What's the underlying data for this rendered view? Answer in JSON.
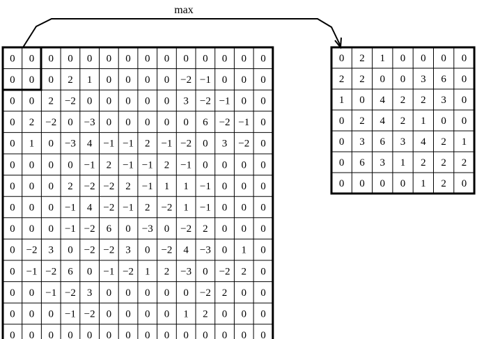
{
  "label": "max",
  "input_grid": [
    [
      "0",
      "0",
      "0",
      "0",
      "0",
      "0",
      "0",
      "0",
      "0",
      "0",
      "0",
      "0",
      "0",
      "0"
    ],
    [
      "0",
      "0",
      "0",
      "2",
      "1",
      "0",
      "0",
      "0",
      "0",
      "−2",
      "−1",
      "0",
      "0",
      "0"
    ],
    [
      "0",
      "0",
      "2",
      "−2",
      "0",
      "0",
      "0",
      "0",
      "0",
      "3",
      "−2",
      "−1",
      "0",
      "0"
    ],
    [
      "0",
      "2",
      "−2",
      "0",
      "−3",
      "0",
      "0",
      "0",
      "0",
      "0",
      "6",
      "−2",
      "−1",
      "0"
    ],
    [
      "0",
      "1",
      "0",
      "−3",
      "4",
      "−1",
      "−1",
      "2",
      "−1",
      "−2",
      "0",
      "3",
      "−2",
      "0"
    ],
    [
      "0",
      "0",
      "0",
      "0",
      "−1",
      "2",
      "−1",
      "−1",
      "2",
      "−1",
      "0",
      "0",
      "0",
      "0"
    ],
    [
      "0",
      "0",
      "0",
      "2",
      "−2",
      "−2",
      "2",
      "−1",
      "1",
      "1",
      "−1",
      "0",
      "0",
      "0"
    ],
    [
      "0",
      "0",
      "0",
      "−1",
      "4",
      "−2",
      "−1",
      "2",
      "−2",
      "1",
      "−1",
      "0",
      "0",
      "0"
    ],
    [
      "0",
      "0",
      "0",
      "−1",
      "−2",
      "6",
      "0",
      "−3",
      "0",
      "−2",
      "2",
      "0",
      "0",
      "0"
    ],
    [
      "0",
      "−2",
      "3",
      "0",
      "−2",
      "−2",
      "3",
      "0",
      "−2",
      "4",
      "−3",
      "0",
      "1",
      "0"
    ],
    [
      "0",
      "−1",
      "−2",
      "6",
      "0",
      "−1",
      "−2",
      "1",
      "2",
      "−3",
      "0",
      "−2",
      "2",
      "0"
    ],
    [
      "0",
      "0",
      "−1",
      "−2",
      "3",
      "0",
      "0",
      "0",
      "0",
      "0",
      "−2",
      "2",
      "0",
      "0"
    ],
    [
      "0",
      "0",
      "0",
      "−1",
      "−2",
      "0",
      "0",
      "0",
      "0",
      "1",
      "2",
      "0",
      "0",
      "0"
    ],
    [
      "0",
      "0",
      "0",
      "0",
      "0",
      "0",
      "0",
      "0",
      "0",
      "0",
      "0",
      "0",
      "0",
      "0"
    ]
  ],
  "output_grid": [
    [
      "0",
      "2",
      "1",
      "0",
      "0",
      "0",
      "0"
    ],
    [
      "2",
      "2",
      "0",
      "0",
      "3",
      "6",
      "0"
    ],
    [
      "1",
      "0",
      "4",
      "2",
      "2",
      "3",
      "0"
    ],
    [
      "0",
      "2",
      "4",
      "2",
      "1",
      "0",
      "0"
    ],
    [
      "0",
      "3",
      "6",
      "3",
      "4",
      "2",
      "1"
    ],
    [
      "0",
      "6",
      "3",
      "1",
      "2",
      "2",
      "2"
    ],
    [
      "0",
      "0",
      "0",
      "0",
      "1",
      "2",
      "0"
    ]
  ]
}
